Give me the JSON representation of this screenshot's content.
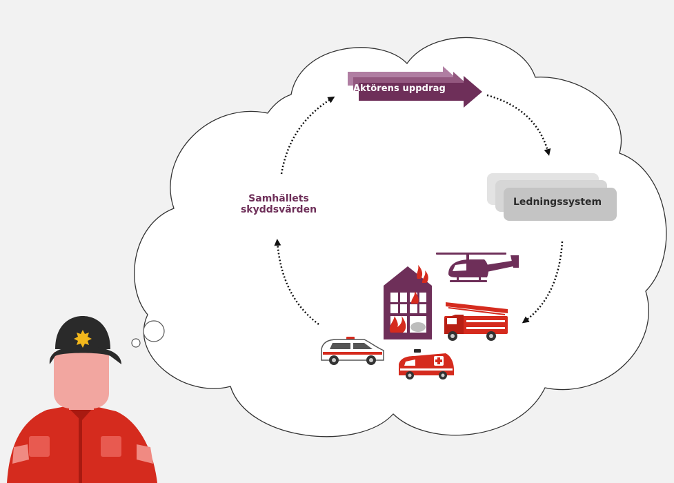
{
  "diagram": {
    "nodes": {
      "mission": {
        "label": "Aktörens uppdrag"
      },
      "command_system": {
        "label": "Ledningssystem"
      },
      "protection_values": {
        "label": "Samhällets skyddsvärden"
      }
    },
    "cycle_order": [
      "mission",
      "command_system",
      "incident_resources",
      "protection_values"
    ],
    "icons": {
      "thought_cloud": "thought-cloud",
      "firefighter": "firefighter-icon",
      "helicopter": "helicopter-icon",
      "burning_building": "burning-building-icon",
      "fire_truck": "fire-truck-icon",
      "police_car": "police-car-icon",
      "ambulance": "ambulance-icon"
    },
    "colors": {
      "background": "#f2f2f2",
      "cloud_fill": "#ffffff",
      "cloud_outline": "#333333",
      "purple": "#6e2f59",
      "purple_light": "#b07ea2",
      "purple_mid": "#93587f",
      "gray_box": "#c6c6c6",
      "gray_box_back": "#dedede",
      "red": "#d52b1e",
      "helmet": "#2a2a2a",
      "badge": "#f2b71c",
      "skin": "#f2a6a0"
    }
  }
}
